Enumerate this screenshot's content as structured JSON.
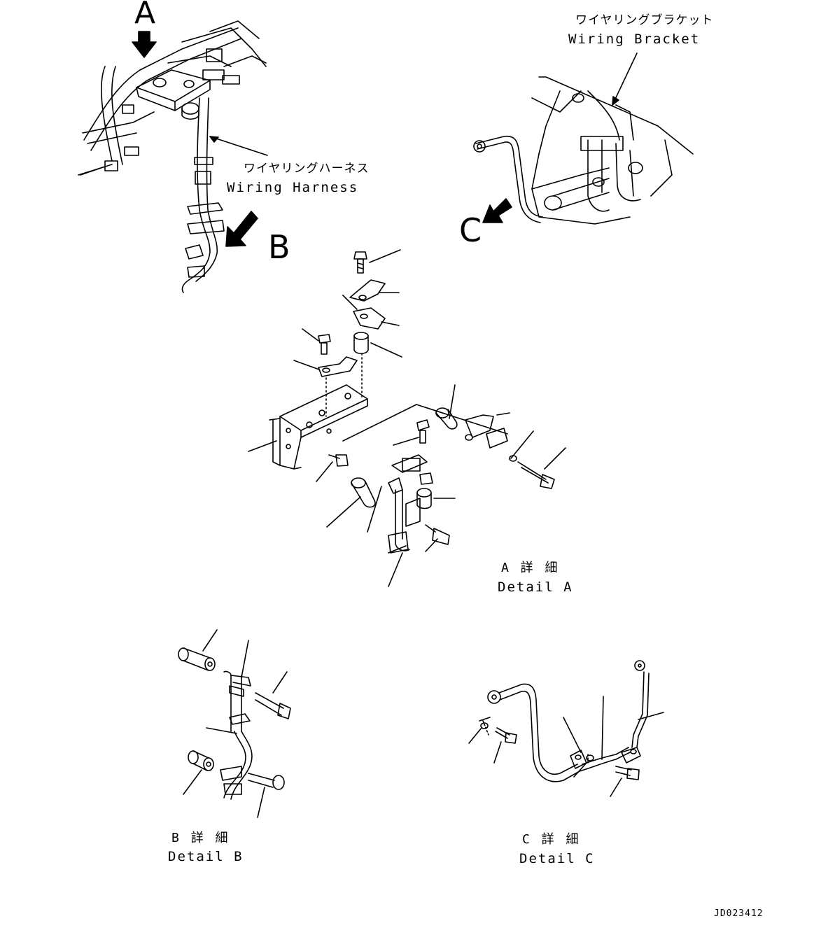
{
  "callouts": {
    "a": "A",
    "b": "B",
    "c": "C"
  },
  "labels": {
    "wiring_harness_jp": "ワイヤリングハーネス",
    "wiring_harness_en": "Wiring Harness",
    "wiring_bracket_jp": "ワイヤリングブラケット",
    "wiring_bracket_en": "Wiring Bracket",
    "detail_a_jp": "A 詳 細",
    "detail_a_en": "Detail A",
    "detail_b_jp": "B 詳 細",
    "detail_b_en": "Detail B",
    "detail_c_jp": "C 詳 細",
    "detail_c_en": "Detail C"
  },
  "drawing_id": "JD023412",
  "colors": {
    "line": "#000000",
    "background": "#ffffff"
  }
}
